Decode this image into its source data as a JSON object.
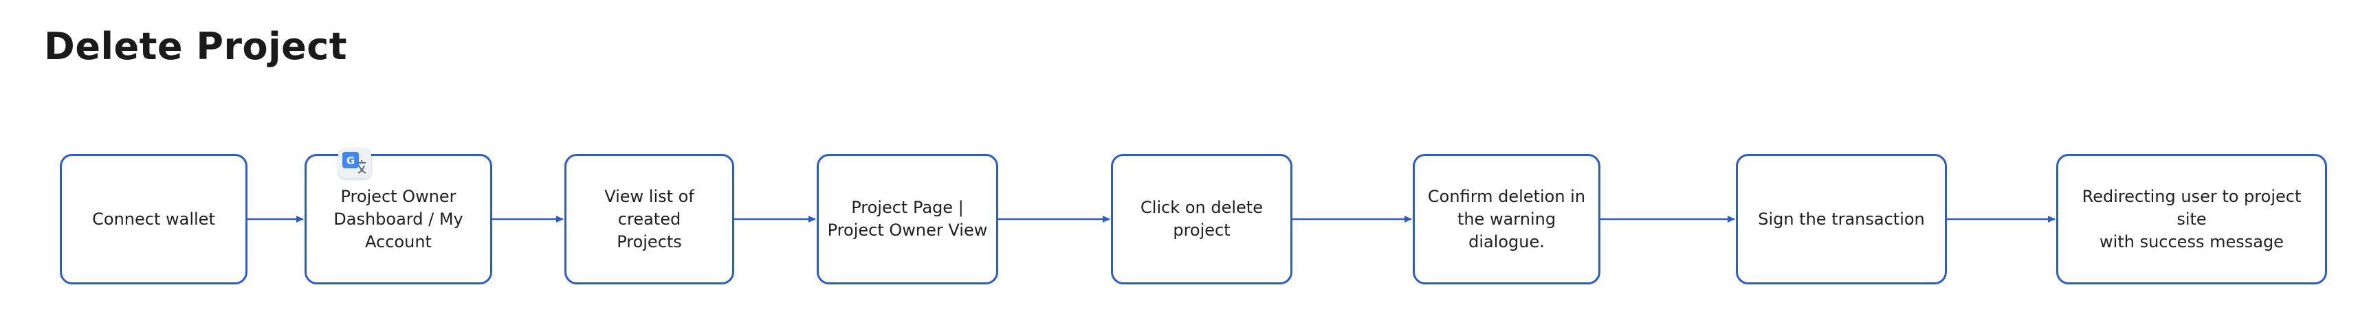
{
  "page": {
    "title": "Delete Project"
  },
  "icons": {
    "translate_badge": "translate-icon"
  },
  "colors": {
    "box_border": "#2a5bd0",
    "arrow": "#2a5bd0",
    "title": "#1a1a1a"
  },
  "flow": {
    "nodes": [
      {
        "id": "connect-wallet",
        "label": "Connect wallet"
      },
      {
        "id": "dashboard",
        "label": "Project Owner\nDashboard / My\nAccount"
      },
      {
        "id": "project-list",
        "label": "View list of created\nProjects"
      },
      {
        "id": "project-page",
        "label": "Project Page |\nProject Owner View"
      },
      {
        "id": "click-delete",
        "label": "Click on delete\nproject"
      },
      {
        "id": "confirm-deletion",
        "label": "Confirm deletion in\nthe warning dialogue."
      },
      {
        "id": "sign-transaction",
        "label": "Sign the transaction"
      },
      {
        "id": "redirect-user",
        "label": "Redirecting user to project site\nwith success message"
      }
    ],
    "edges": [
      {
        "from": "connect-wallet",
        "to": "dashboard"
      },
      {
        "from": "dashboard",
        "to": "project-list"
      },
      {
        "from": "project-list",
        "to": "project-page"
      },
      {
        "from": "project-page",
        "to": "click-delete"
      },
      {
        "from": "click-delete",
        "to": "confirm-deletion"
      },
      {
        "from": "confirm-deletion",
        "to": "sign-transaction"
      },
      {
        "from": "sign-transaction",
        "to": "redirect-user"
      }
    ]
  }
}
